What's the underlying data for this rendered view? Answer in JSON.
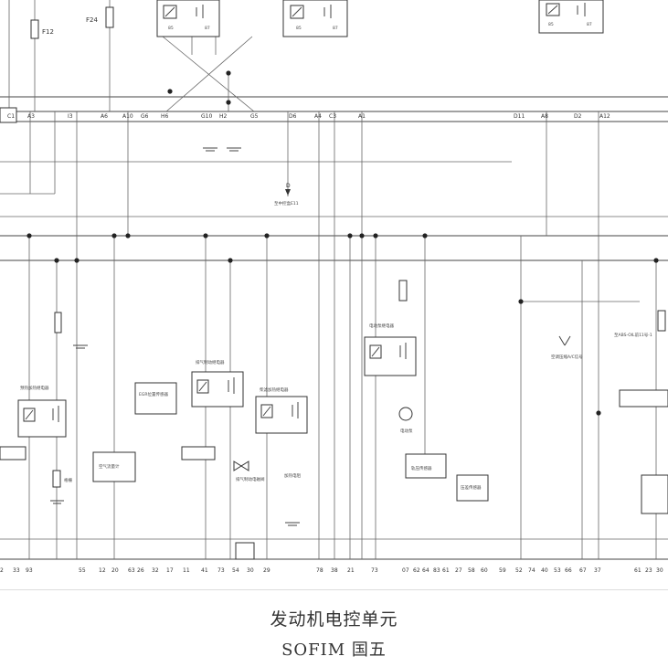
{
  "title": "发动机电控单元",
  "subtitle": "SOFIM 国五",
  "fuse_labels": [
    "F12",
    "F24"
  ],
  "top_connector_pins": [
    "C1",
    "A3",
    "I3",
    "A6",
    "A10",
    "G6",
    "H6",
    "G10",
    "H2",
    "G5",
    "D6",
    "A4",
    "C3",
    "A1",
    "D11",
    "A8",
    "D2",
    "A12"
  ],
  "bottom_pins": [
    "2",
    "33",
    "93",
    "55",
    "12",
    "20",
    "63",
    "26",
    "32",
    "17",
    "11",
    "41",
    "73",
    "54",
    "30",
    "29",
    "78",
    "38",
    "21",
    "73",
    "07",
    "62",
    "64",
    "83",
    "61",
    "27",
    "58",
    "60",
    "59",
    "52",
    "74",
    "40",
    "53",
    "66",
    "67",
    "37",
    "61",
    "23",
    "30"
  ],
  "components": {
    "preheat_relay": "预热加热继电器",
    "egr_sensor": "EGR位置传感器",
    "exhaust_brake_relay": "排气制动继电器",
    "fuel_heat_relay": "柴滤加热继电器",
    "pump_relay": "电动泵继电器",
    "air_flow_meter": "空气流量计",
    "rail_pressure": "轨压传感器",
    "pressure_sensor": "压差传感器",
    "grid_heater": "格栅",
    "electric_pump": "电动泵",
    "to_central_box": "至中控盒E11",
    "exhaust_valve": "排气制动电磁阀",
    "heat_switch": "加热电阻",
    "ac_signal": "空调压缩A/C信号",
    "abs_note": "至ABS-OIL前11号-1"
  }
}
